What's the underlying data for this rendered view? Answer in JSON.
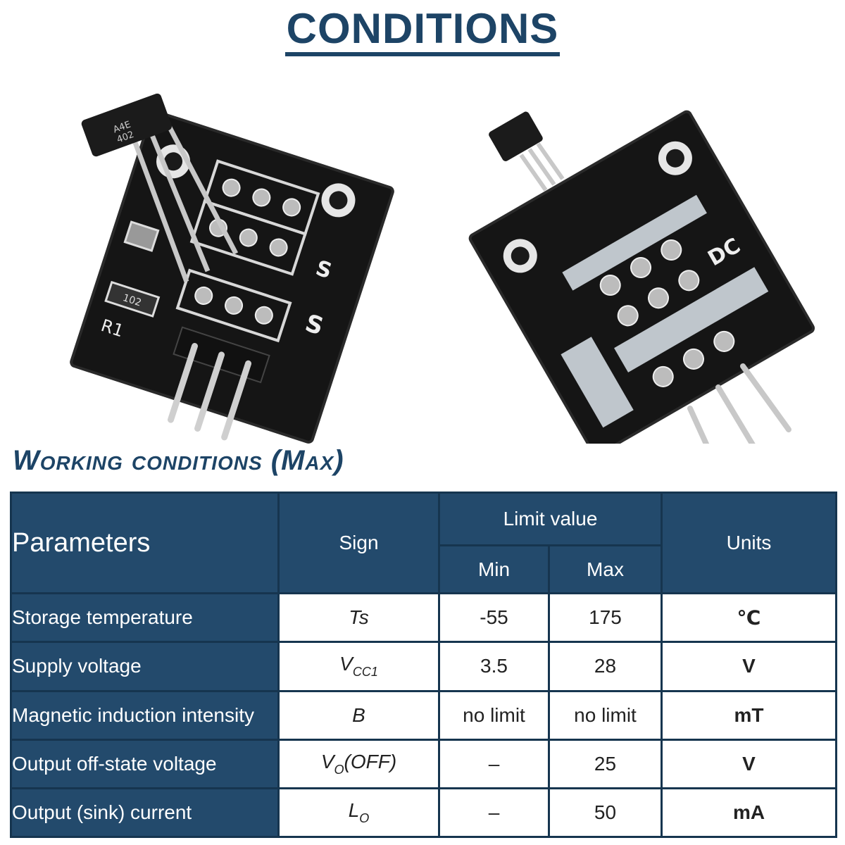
{
  "title": "CONDITIONS",
  "subtitle": "Working conditions (Max)",
  "board_marks": {
    "chip_text_1": "A4E",
    "chip_text_2": "402",
    "silk_s1": "S",
    "silk_s2": "S",
    "silk_r1": "R1",
    "silk_102": "102",
    "silk_dc": "DC",
    "silk_minus": "-"
  },
  "table": {
    "headers": {
      "parameters": "Parameters",
      "sign": "Sign",
      "limit_value": "Limit value",
      "min": "Min",
      "max": "Max",
      "units": "Units"
    },
    "rows": [
      {
        "parameter": "Storage temperature",
        "sign": "Ts",
        "sign_sub": "",
        "min": "-55",
        "max": "175",
        "unit": "℃"
      },
      {
        "parameter": "Supply voltage",
        "sign": "V",
        "sign_sub": "CC1",
        "min": "3.5",
        "max": "28",
        "unit": "V"
      },
      {
        "parameter": "Magnetic induction intensity",
        "sign": "B",
        "sign_sub": "",
        "min": "no limit",
        "max": "no limit",
        "unit": "mT"
      },
      {
        "parameter": "Output off-state voltage",
        "sign": "V",
        "sign_sub": "O",
        "sign_suffix": "(OFF)",
        "min": "–",
        "max": "25",
        "unit": "V"
      },
      {
        "parameter": "Output (sink) current",
        "sign": "L",
        "sign_sub": "O",
        "min": "–",
        "max": "50",
        "unit": "mA"
      }
    ]
  }
}
